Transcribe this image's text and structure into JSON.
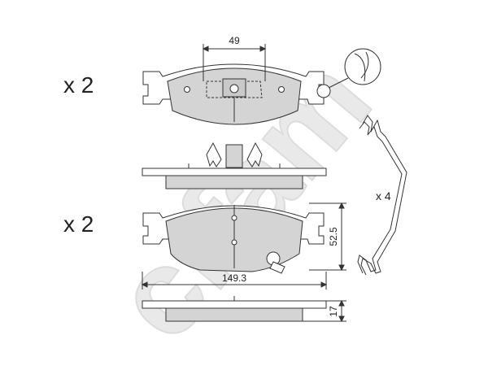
{
  "quantities": {
    "top_pads": "x 2",
    "bottom_pads": "x 2",
    "clips": "x 4"
  },
  "dimensions": {
    "top_width": "49",
    "length": "149.3",
    "height": "52.5",
    "thickness": "17"
  },
  "watermark": {
    "brand_text": "cifam",
    "color": "#e6e6e6"
  },
  "colors": {
    "pad_fill": "#d4d4d4",
    "line": "#333333",
    "background": "#ffffff"
  }
}
